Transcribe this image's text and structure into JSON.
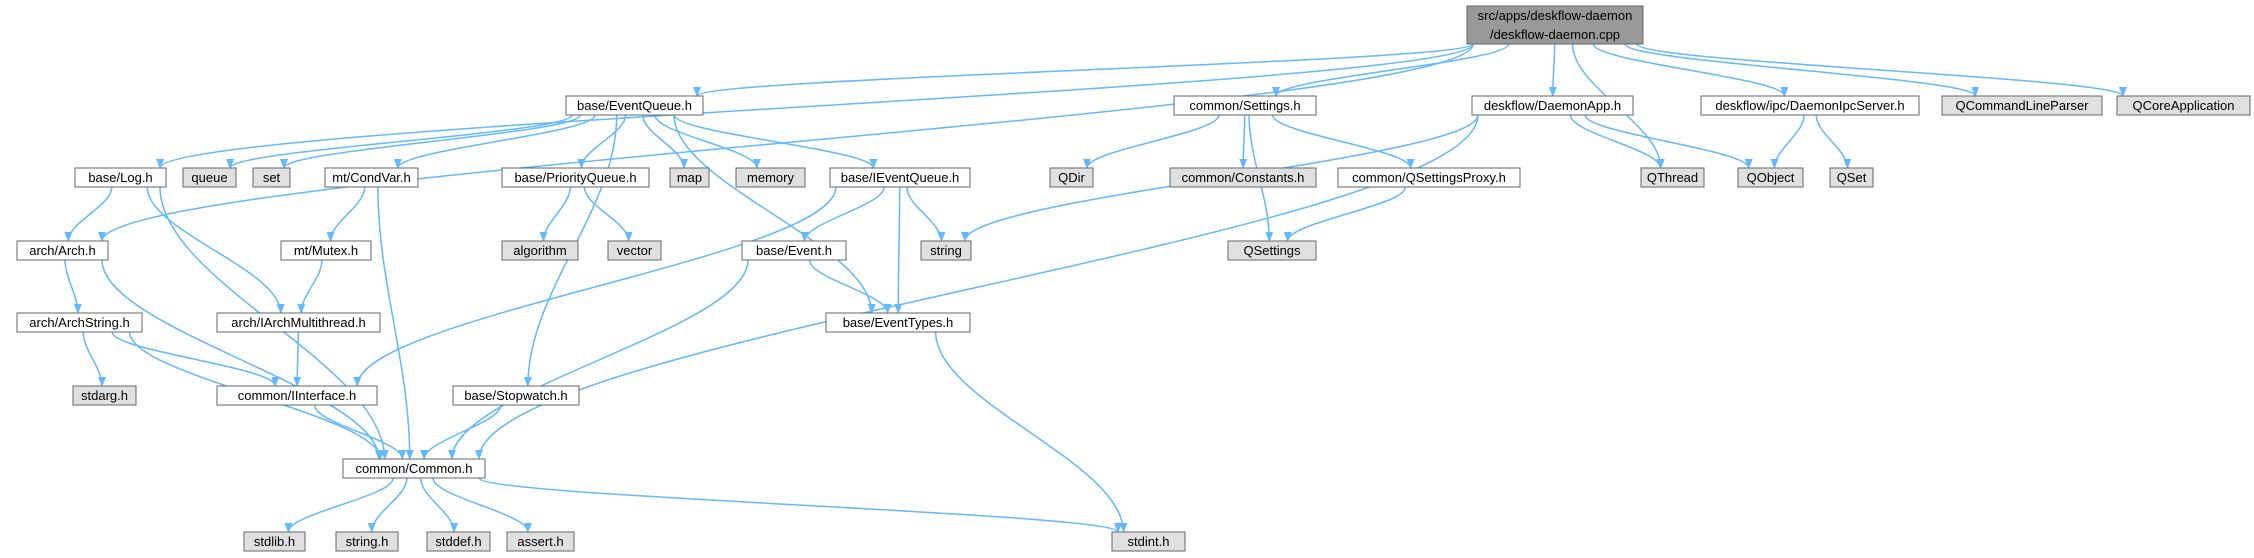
{
  "diagram": {
    "type": "include-dependency-graph",
    "colors": {
      "edge": "#63b8ff",
      "root_fill": "#999999",
      "header_fill": "#ffffff",
      "external_fill": "#e0e0e0",
      "border": "#666666"
    },
    "nodes": [
      {
        "id": "root",
        "kind": "root",
        "lines": [
          "src/apps/deskflow-daemon",
          "/deskflow-daemon.cpp"
        ]
      },
      {
        "id": "eventqueue",
        "kind": "header",
        "lines": [
          "base/EventQueue.h"
        ]
      },
      {
        "id": "settings",
        "kind": "header",
        "lines": [
          "common/Settings.h"
        ]
      },
      {
        "id": "daemonapp",
        "kind": "header",
        "lines": [
          "deskflow/DaemonApp.h"
        ]
      },
      {
        "id": "daemonipc",
        "kind": "header",
        "lines": [
          "deskflow/ipc/DaemonIpcServer.h"
        ]
      },
      {
        "id": "qcmdparser",
        "kind": "external",
        "lines": [
          "QCommandLineParser"
        ]
      },
      {
        "id": "qcoreapp",
        "kind": "external",
        "lines": [
          "QCoreApplication"
        ]
      },
      {
        "id": "log",
        "kind": "header",
        "lines": [
          "base/Log.h"
        ]
      },
      {
        "id": "queue",
        "kind": "external",
        "lines": [
          "queue"
        ]
      },
      {
        "id": "set",
        "kind": "external",
        "lines": [
          "set"
        ]
      },
      {
        "id": "condvar",
        "kind": "header",
        "lines": [
          "mt/CondVar.h"
        ]
      },
      {
        "id": "priorityqueue",
        "kind": "header",
        "lines": [
          "base/PriorityQueue.h"
        ]
      },
      {
        "id": "map",
        "kind": "external",
        "lines": [
          "map"
        ]
      },
      {
        "id": "memory",
        "kind": "external",
        "lines": [
          "memory"
        ]
      },
      {
        "id": "ieventqueue",
        "kind": "header",
        "lines": [
          "base/IEventQueue.h"
        ]
      },
      {
        "id": "qdir",
        "kind": "external",
        "lines": [
          "QDir"
        ]
      },
      {
        "id": "constants",
        "kind": "external",
        "lines": [
          "common/Constants.h"
        ]
      },
      {
        "id": "qsettingsproxy",
        "kind": "header",
        "lines": [
          "common/QSettingsProxy.h"
        ]
      },
      {
        "id": "qthread",
        "kind": "external",
        "lines": [
          "QThread"
        ]
      },
      {
        "id": "qobject",
        "kind": "external",
        "lines": [
          "QObject"
        ]
      },
      {
        "id": "qset",
        "kind": "external",
        "lines": [
          "QSet"
        ]
      },
      {
        "id": "arch",
        "kind": "header",
        "lines": [
          "arch/Arch.h"
        ]
      },
      {
        "id": "mutex",
        "kind": "header",
        "lines": [
          "mt/Mutex.h"
        ]
      },
      {
        "id": "algorithm",
        "kind": "external",
        "lines": [
          "algorithm"
        ]
      },
      {
        "id": "vector",
        "kind": "external",
        "lines": [
          "vector"
        ]
      },
      {
        "id": "event",
        "kind": "header",
        "lines": [
          "base/Event.h"
        ]
      },
      {
        "id": "string",
        "kind": "external",
        "lines": [
          "string"
        ]
      },
      {
        "id": "qsettings",
        "kind": "external",
        "lines": [
          "QSettings"
        ]
      },
      {
        "id": "archstring",
        "kind": "header",
        "lines": [
          "arch/ArchString.h"
        ]
      },
      {
        "id": "archmt",
        "kind": "header",
        "lines": [
          "arch/IArchMultithread.h"
        ]
      },
      {
        "id": "eventtypes",
        "kind": "header",
        "lines": [
          "base/EventTypes.h"
        ]
      },
      {
        "id": "stdarg",
        "kind": "external",
        "lines": [
          "stdarg.h"
        ]
      },
      {
        "id": "iinterface",
        "kind": "header",
        "lines": [
          "common/IInterface.h"
        ]
      },
      {
        "id": "stopwatch",
        "kind": "header",
        "lines": [
          "base/Stopwatch.h"
        ]
      },
      {
        "id": "common",
        "kind": "header",
        "lines": [
          "common/Common.h"
        ]
      },
      {
        "id": "stdlib",
        "kind": "external",
        "lines": [
          "stdlib.h"
        ]
      },
      {
        "id": "stringh",
        "kind": "external",
        "lines": [
          "string.h"
        ]
      },
      {
        "id": "stddef",
        "kind": "external",
        "lines": [
          "stddef.h"
        ]
      },
      {
        "id": "assert",
        "kind": "external",
        "lines": [
          "assert.h"
        ]
      },
      {
        "id": "stdint",
        "kind": "external",
        "lines": [
          "stdint.h"
        ]
      }
    ],
    "edges": [
      [
        "root",
        "arch"
      ],
      [
        "root",
        "log"
      ],
      [
        "root",
        "eventqueue"
      ],
      [
        "root",
        "settings"
      ],
      [
        "root",
        "daemonapp"
      ],
      [
        "root",
        "qthread"
      ],
      [
        "root",
        "daemonipc"
      ],
      [
        "root",
        "qcmdparser"
      ],
      [
        "root",
        "qcoreapp"
      ],
      [
        "eventqueue",
        "queue"
      ],
      [
        "eventqueue",
        "set"
      ],
      [
        "eventqueue",
        "condvar"
      ],
      [
        "eventqueue",
        "priorityqueue"
      ],
      [
        "eventqueue",
        "map"
      ],
      [
        "eventqueue",
        "memory"
      ],
      [
        "eventqueue",
        "ieventqueue"
      ],
      [
        "eventqueue",
        "eventtypes"
      ],
      [
        "eventqueue",
        "stopwatch"
      ],
      [
        "settings",
        "qdir"
      ],
      [
        "settings",
        "constants"
      ],
      [
        "settings",
        "qsettingsproxy"
      ],
      [
        "settings",
        "qsettings"
      ],
      [
        "daemonapp",
        "qthread"
      ],
      [
        "daemonapp",
        "qobject"
      ],
      [
        "daemonapp",
        "string"
      ],
      [
        "daemonapp",
        "common"
      ],
      [
        "daemonipc",
        "qobject"
      ],
      [
        "daemonipc",
        "qset"
      ],
      [
        "qsettingsproxy",
        "qsettings"
      ],
      [
        "log",
        "arch"
      ],
      [
        "log",
        "archmt"
      ],
      [
        "log",
        "common"
      ],
      [
        "condvar",
        "mutex"
      ],
      [
        "condvar",
        "common"
      ],
      [
        "mutex",
        "archmt"
      ],
      [
        "priorityqueue",
        "algorithm"
      ],
      [
        "priorityqueue",
        "vector"
      ],
      [
        "ieventqueue",
        "event"
      ],
      [
        "ieventqueue",
        "string"
      ],
      [
        "ieventqueue",
        "eventtypes"
      ],
      [
        "ieventqueue",
        "iinterface"
      ],
      [
        "arch",
        "archstring"
      ],
      [
        "arch",
        "common"
      ],
      [
        "archstring",
        "stdarg"
      ],
      [
        "archstring",
        "iinterface"
      ],
      [
        "archstring",
        "common"
      ],
      [
        "archmt",
        "iinterface"
      ],
      [
        "event",
        "eventtypes"
      ],
      [
        "event",
        "common"
      ],
      [
        "eventtypes",
        "stdint"
      ],
      [
        "iinterface",
        "common"
      ],
      [
        "stopwatch",
        "common"
      ],
      [
        "common",
        "stdlib"
      ],
      [
        "common",
        "stringh"
      ],
      [
        "common",
        "stddef"
      ],
      [
        "common",
        "assert"
      ],
      [
        "common",
        "stdint"
      ]
    ]
  }
}
